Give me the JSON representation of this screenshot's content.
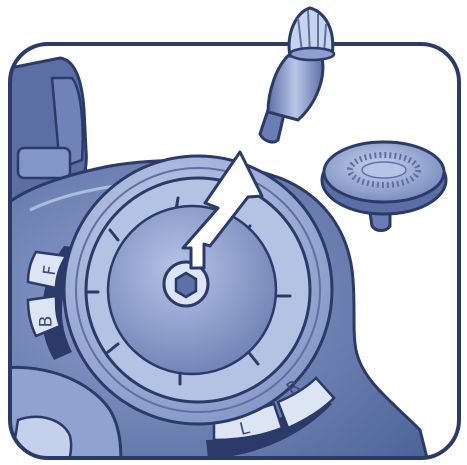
{
  "illustration": {
    "colors": {
      "ink": "#2b3a68",
      "fill_dark": "#5a6ea3",
      "fill_mid": "#7f92c4",
      "fill_light": "#aebde0",
      "highlight": "#dde4f3",
      "background": "#ffffff"
    },
    "buttons": {
      "f_label": "F",
      "b_label": "B",
      "l_label": "L",
      "r_label": "R"
    },
    "icons": {
      "direction": "double-arrow-icon",
      "stick_cap": "cylindrical-stick-cap-icon",
      "disc_cap": "disc-stick-cap-icon"
    }
  }
}
